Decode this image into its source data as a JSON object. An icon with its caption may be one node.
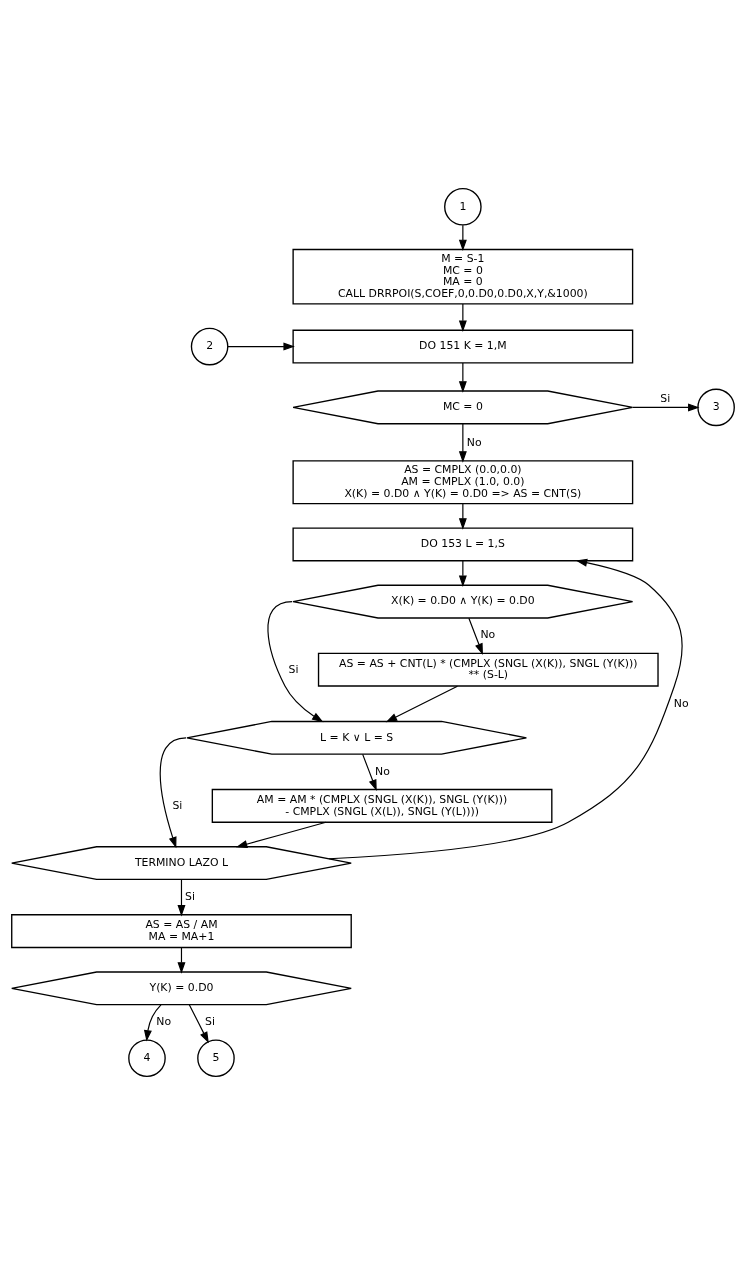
{
  "diagram": {
    "nodes": [
      {
        "text": [
          "1"
        ]
      },
      {
        "text": [
          "M = S-1",
          "MC = 0",
          "MA = 0",
          "CALL DRRPOI(S,COEF,0,0.D0,0.D0,X,Y,&1000)"
        ]
      },
      {
        "text": [
          "2"
        ]
      },
      {
        "text": [
          "DO 151 K = 1,M"
        ]
      },
      {
        "text": [
          "MC = 0"
        ]
      },
      {
        "text": [
          "3"
        ]
      },
      {
        "text": [
          "AS = CMPLX (0.0,0.0)",
          "AM = CMPLX (1.0, 0.0)",
          "X(K) = 0.D0 ∧ Y(K) = 0.D0 => AS = CNT(S)"
        ]
      },
      {
        "text": [
          "DO 153 L = 1,S"
        ]
      },
      {
        "text": [
          "X(K) = 0.D0 ∧ Y(K) = 0.D0"
        ]
      },
      {
        "text": [
          "AS = AS + CNT(L) * (CMPLX (SNGL (X(K)), SNGL (Y(K))) ** (S-L)"
        ]
      },
      {
        "text": [
          "L = K ∨ L = S"
        ]
      },
      {
        "text": [
          "AM = AM * (CMPLX (SNGL (X(K)), SNGL (Y(K))) - CMPLX (SNGL (X(L)), SNGL (Y(L))))"
        ]
      },
      {
        "text": [
          "TERMINO LAZO L"
        ]
      },
      {
        "text": [
          "AS = AS / AM",
          "MA = MA+1"
        ]
      },
      {
        "text": [
          "Y(K) = 0.D0"
        ]
      },
      {
        "text": [
          "4"
        ]
      },
      {
        "text": [
          "5"
        ]
      }
    ],
    "edges": [
      {
        "from": 0,
        "to": 1,
        "arrow": "to"
      },
      {
        "from": 1,
        "to": 3,
        "arrow": "to"
      },
      {
        "from": 2,
        "to": 3,
        "arrow": "to"
      },
      {
        "from": 3,
        "to": 4,
        "arrow": "to"
      },
      {
        "from": 4,
        "to": 5,
        "arrow": "to",
        "label": "Si"
      },
      {
        "from": 4,
        "to": 6,
        "arrow": "to",
        "label": "No"
      },
      {
        "from": 6,
        "to": 7,
        "arrow": "to"
      },
      {
        "from": 7,
        "to": 8,
        "arrow": "to"
      },
      {
        "from": 8,
        "to": 9,
        "arrow": "to",
        "label": "No"
      },
      {
        "from": 8,
        "to": 10,
        "arrow": "to",
        "label": "Si"
      },
      {
        "from": 9,
        "to": 10,
        "arrow": "to"
      },
      {
        "from": 10,
        "to": 11,
        "arrow": "to",
        "label": "No"
      },
      {
        "from": 10,
        "to": 12,
        "arrow": "to",
        "label": "Si"
      },
      {
        "from": 11,
        "to": 12,
        "arrow": "to"
      },
      {
        "from": 12,
        "to": 7,
        "arrow": "to",
        "label": "No"
      },
      {
        "from": 12,
        "to": 13,
        "arrow": "to",
        "label": "Si"
      },
      {
        "from": 13,
        "to": 14,
        "arrow": "to"
      },
      {
        "from": 14,
        "to": 15,
        "arrow": "to",
        "label": "No"
      },
      {
        "from": 14,
        "to": 16,
        "arrow": "to",
        "label": "Si"
      }
    ]
  }
}
